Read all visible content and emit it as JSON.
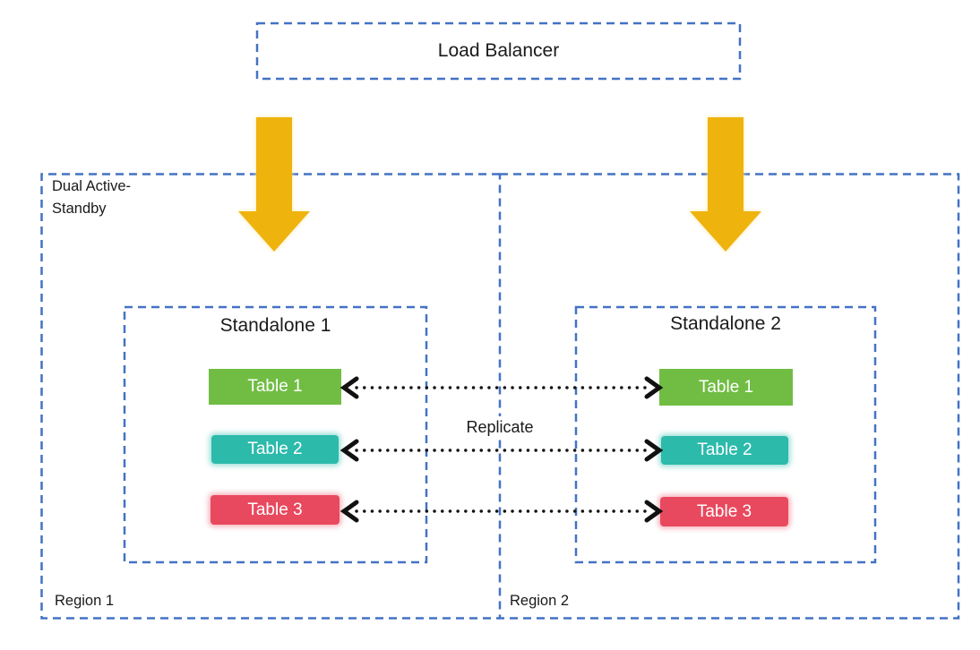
{
  "load_balancer": {
    "label": "Load Balancer"
  },
  "replicate": {
    "label": "Replicate"
  },
  "regions": [
    {
      "label": "Region 1",
      "annotation": "Dual Active-Standby",
      "standalone": {
        "title": "Standalone 1",
        "tables": [
          {
            "label": "Table 1",
            "color": "#71BD44"
          },
          {
            "label": "Table 2",
            "color": "#2CBAAB"
          },
          {
            "label": "Table 3",
            "color": "#E8495E"
          }
        ]
      }
    },
    {
      "label": "Region 2",
      "standalone": {
        "title": "Standalone 2",
        "tables": [
          {
            "label": "Table 1",
            "color": "#71BD44"
          },
          {
            "label": "Table 2",
            "color": "#2CBAAB"
          },
          {
            "label": "Table 3",
            "color": "#E8495E"
          }
        ]
      }
    }
  ],
  "colors": {
    "dashed_border": "#4472C4",
    "flow_arrow": "#EFB30A",
    "replicate_arrow": "#111111",
    "table_text": "#FFFFFF"
  }
}
